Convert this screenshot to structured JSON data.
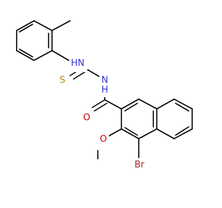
{
  "molecule": {
    "atoms": {
      "nh1": {
        "text": "H",
        "subtext": "N",
        "color": "#3333cc"
      },
      "s": {
        "text": "S",
        "color": "#b8860b"
      },
      "n2": {
        "text": "N",
        "subtext": "H",
        "color": "#3333cc"
      },
      "o1": {
        "text": "O",
        "color": "#cc0000"
      },
      "o2": {
        "text": "O",
        "color": "#cc0000"
      },
      "br": {
        "text": "Br",
        "color": "#a52a2a"
      }
    }
  }
}
